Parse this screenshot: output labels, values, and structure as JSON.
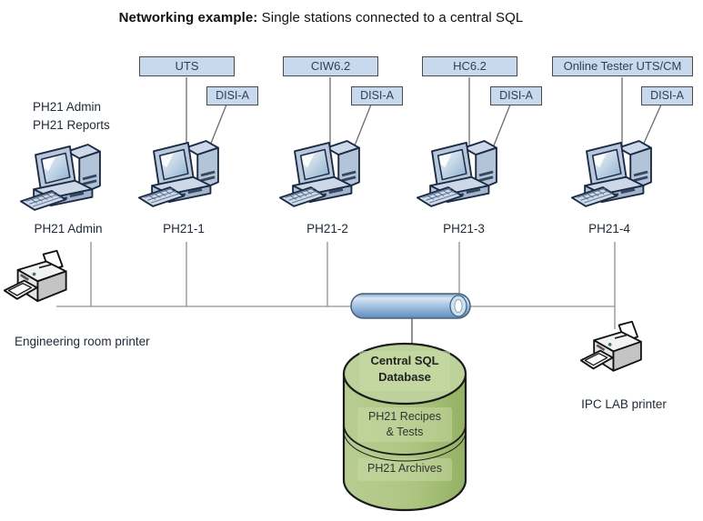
{
  "title": {
    "bold": "Networking example:",
    "rest": " Single stations connected to a central SQL"
  },
  "admin_station": {
    "note_line1": "PH21 Admin",
    "note_line2": "PH21 Reports",
    "label": "PH21 Admin"
  },
  "stations": [
    {
      "app": "UTS",
      "adapter": "DISI-A",
      "label": "PH21-1"
    },
    {
      "app": "CIW6.2",
      "adapter": "DISI-A",
      "label": "PH21-2"
    },
    {
      "app": "HC6.2",
      "adapter": "DISI-A",
      "label": "PH21-3"
    },
    {
      "app": "Online Tester UTS/CM",
      "adapter": "DISI-A",
      "label": "PH21-4"
    }
  ],
  "printers": {
    "engineering": "Engineering room printer",
    "ipc_lab": "IPC LAB printer"
  },
  "database": {
    "name_line1": "Central SQL",
    "name_line2": "Database",
    "content_line1": "PH21 Recipes",
    "content_line2": "& Tests",
    "archive": "PH21 Archives"
  },
  "colors": {
    "box_fill": "#c8d9ed",
    "box_border": "#4a4a4a",
    "box_text": "#2e4154",
    "pipe_blue": "#8fb3d9",
    "db_green": "#afc785",
    "line_gray": "#9a9a9a"
  }
}
